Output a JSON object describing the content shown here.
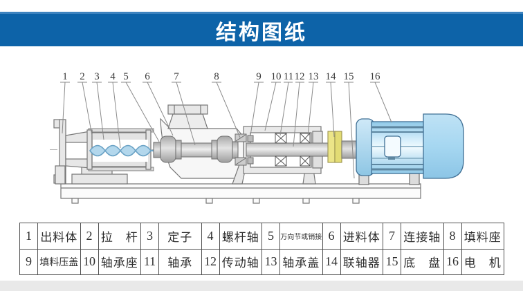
{
  "header": {
    "title": "结构图纸",
    "bg_color": "#0d63a8",
    "text_color": "#ffffff"
  },
  "diagram": {
    "description": "screw-pump-cross-section",
    "callouts": [
      "1",
      "2",
      "3",
      "4",
      "5",
      "6",
      "7",
      "8",
      "9",
      "10",
      "11",
      "12",
      "13",
      "14",
      "15",
      "16"
    ],
    "colors": {
      "casting_gray": "#e7e7e7",
      "screw_blue": "#b3d7ec",
      "coupling_yellow": "#ece588",
      "motor_blue": "#a6d7f1",
      "line": "#707070"
    }
  },
  "parts_table": {
    "rows": [
      [
        {
          "no": "1",
          "name": "出料体"
        },
        {
          "no": "2",
          "name": "拉　杆"
        },
        {
          "no": "3",
          "name": "定子"
        },
        {
          "no": "4",
          "name": "螺杆轴"
        },
        {
          "no": "5",
          "name": "万向节或销接"
        },
        {
          "no": "6",
          "name": "进料体"
        },
        {
          "no": "7",
          "name": "连接轴"
        },
        {
          "no": "8",
          "name": "填料座"
        }
      ],
      [
        {
          "no": "9",
          "name": "填料压盖"
        },
        {
          "no": "10",
          "name": "轴承座"
        },
        {
          "no": "11",
          "name": "轴承"
        },
        {
          "no": "12",
          "name": "传动轴"
        },
        {
          "no": "13",
          "name": "轴承盖"
        },
        {
          "no": "14",
          "name": "联轴器"
        },
        {
          "no": "15",
          "name": "底　盘"
        },
        {
          "no": "16",
          "name": "电　机"
        }
      ]
    ]
  }
}
